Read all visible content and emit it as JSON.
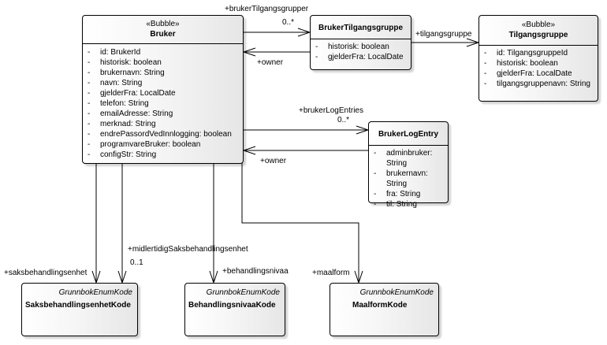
{
  "classes": {
    "bruker": {
      "stereotype": "«Bubble»",
      "name": "Bruker",
      "attributes": [
        {
          "vis": "-",
          "text": "id: BrukerId"
        },
        {
          "vis": "-",
          "text": "historisk: boolean"
        },
        {
          "vis": "-",
          "text": "brukernavn: String"
        },
        {
          "vis": "-",
          "text": "navn: String"
        },
        {
          "vis": "-",
          "text": "gjelderFra: LocalDate"
        },
        {
          "vis": "-",
          "text": "telefon: String"
        },
        {
          "vis": "-",
          "text": "emailAdresse: String"
        },
        {
          "vis": "-",
          "text": "merknad: String"
        },
        {
          "vis": "-",
          "text": "endrePassordVedInnlogging: boolean"
        },
        {
          "vis": "-",
          "text": "programvareBruker: boolean"
        },
        {
          "vis": "-",
          "text": "configStr: String"
        }
      ]
    },
    "brukerTilgangsgruppe": {
      "name": "BrukerTilgangsgruppe",
      "attributes": [
        {
          "vis": "-",
          "text": "historisk: boolean"
        },
        {
          "vis": "-",
          "text": "gjelderFra: LocalDate"
        }
      ]
    },
    "tilgangsgruppe": {
      "stereotype": "«Bubble»",
      "name": "Tilgangsgruppe",
      "attributes": [
        {
          "vis": "-",
          "text": "id: TilgangsgruppeId"
        },
        {
          "vis": "-",
          "text": "historisk: boolean"
        },
        {
          "vis": "-",
          "text": "gjelderFra: LocalDate"
        },
        {
          "vis": "-",
          "text": "tilgangsgruppenavn: String"
        }
      ]
    },
    "brukerLogEntry": {
      "name": "BrukerLogEntry",
      "attributes": [
        {
          "vis": "-",
          "text": "adminbruker: String"
        },
        {
          "vis": "-",
          "text": "brukernavn: String"
        },
        {
          "vis": "-",
          "text": "fra: String"
        },
        {
          "vis": "-",
          "text": "til: String"
        }
      ]
    },
    "saksbehandlingsenhetKode": {
      "stereotype": "GrunnbokEnumKode",
      "name": "SaksbehandlingsenhetKode"
    },
    "behandlingsnivaaKode": {
      "stereotype": "GrunnbokEnumKode",
      "name": "BehandlingsnivaaKode"
    },
    "maalformKode": {
      "stereotype": "GrunnbokEnumKode",
      "name": "MaalformKode"
    }
  },
  "associations": {
    "brukerTilgangsgrupper": {
      "role": "+brukerTilgangsgrupper",
      "multiplicity": "0..*"
    },
    "tilgangsgruppeOwner": {
      "role": "+owner"
    },
    "tilgangsgruppe": {
      "role": "+tilgangsgruppe"
    },
    "brukerLogEntries": {
      "role": "+brukerLogEntries",
      "multiplicity": "0..*"
    },
    "logEntryOwner": {
      "role": "+owner"
    },
    "saksbehandlingsenhet": {
      "role": "+saksbehandlingsenhet"
    },
    "midlertidigSaksbehandlingsenhet": {
      "role": "+midlertidigSaksbehandlingsenhet",
      "multiplicity": "0..1"
    },
    "behandlingsnivaa": {
      "role": "+behandlingsnivaa"
    },
    "maalform": {
      "role": "+maalform"
    }
  }
}
